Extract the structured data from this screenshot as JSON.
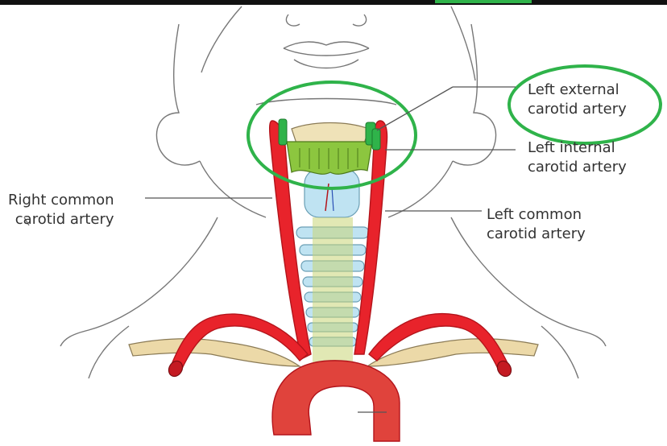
{
  "labels": {
    "left_external_carotid": {
      "line1": "Left external",
      "line2": "carotid artery"
    },
    "left_internal_carotid": {
      "line1": "Left internal",
      "line2": "carotid artery"
    },
    "right_common_carotid": {
      "line1": "Right common",
      "line2": "carotid artery"
    },
    "left_common_carotid": {
      "line1": "Left common",
      "line2": "carotid artery"
    }
  },
  "colors": {
    "artery": "#e8232b",
    "artery_dark": "#b3141b",
    "highlight_circle": "#2fb34a",
    "thyroid_cartilage": "#8cc63f",
    "trachea_ring": "#bfe3f2",
    "clavicle": "#ecd9a8",
    "outline": "#666666"
  },
  "icons": {
    "top_bar": "top-banner"
  }
}
